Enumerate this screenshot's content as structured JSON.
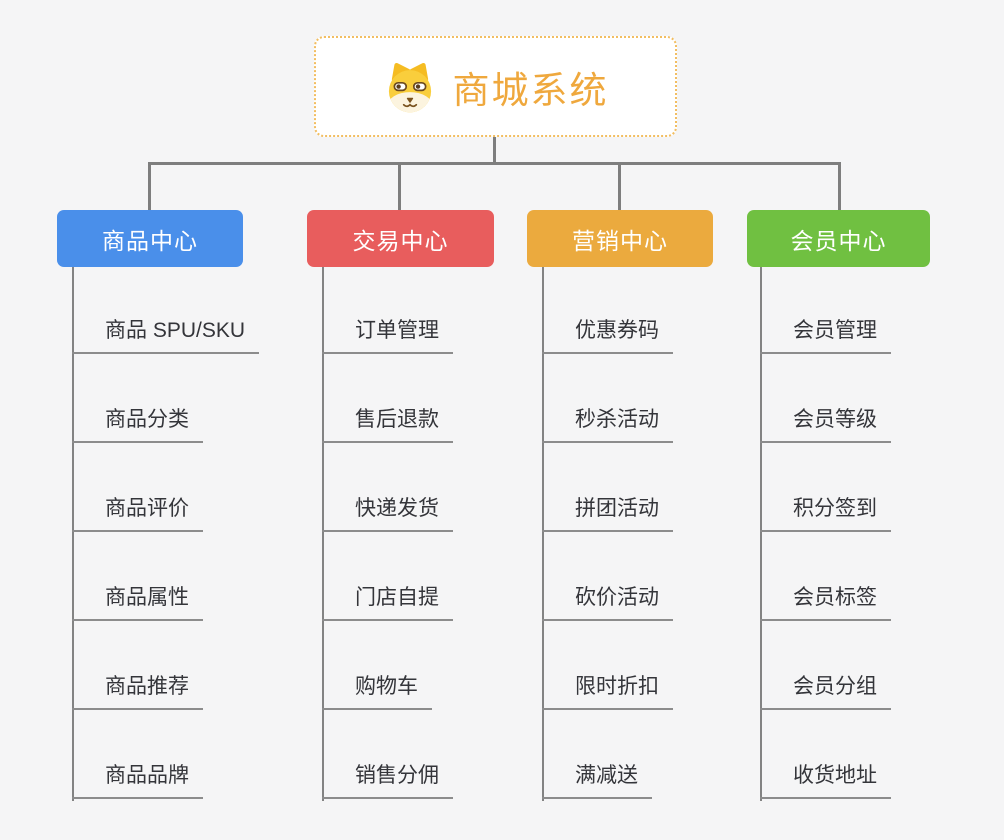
{
  "root": {
    "title": "商城系统",
    "icon": "shiba-dog-icon"
  },
  "branches": [
    {
      "label": "商品中心",
      "color": "#4A8FEA",
      "children": [
        "商品 SPU/SKU",
        "商品分类",
        "商品评价",
        "商品属性",
        "商品推荐",
        "商品品牌"
      ]
    },
    {
      "label": "交易中心",
      "color": "#E85D5D",
      "children": [
        "订单管理",
        "售后退款",
        "快递发货",
        "门店自提",
        "购物车",
        "销售分佣"
      ]
    },
    {
      "label": "营销中心",
      "color": "#EBAA3E",
      "children": [
        "优惠券码",
        "秒杀活动",
        "拼团活动",
        "砍价活动",
        "限时折扣",
        "满减送"
      ]
    },
    {
      "label": "会员中心",
      "color": "#70C041",
      "children": [
        "会员管理",
        "会员等级",
        "积分签到",
        "会员标签",
        "会员分组",
        "收货地址"
      ]
    }
  ],
  "colors": {
    "background": "#F5F5F6",
    "connector": "#7E7E7E",
    "leaf_line": "#8C8C8C",
    "leaf_text": "#34353A",
    "root_border": "#F2BE62",
    "root_text": "#EFA83D"
  }
}
